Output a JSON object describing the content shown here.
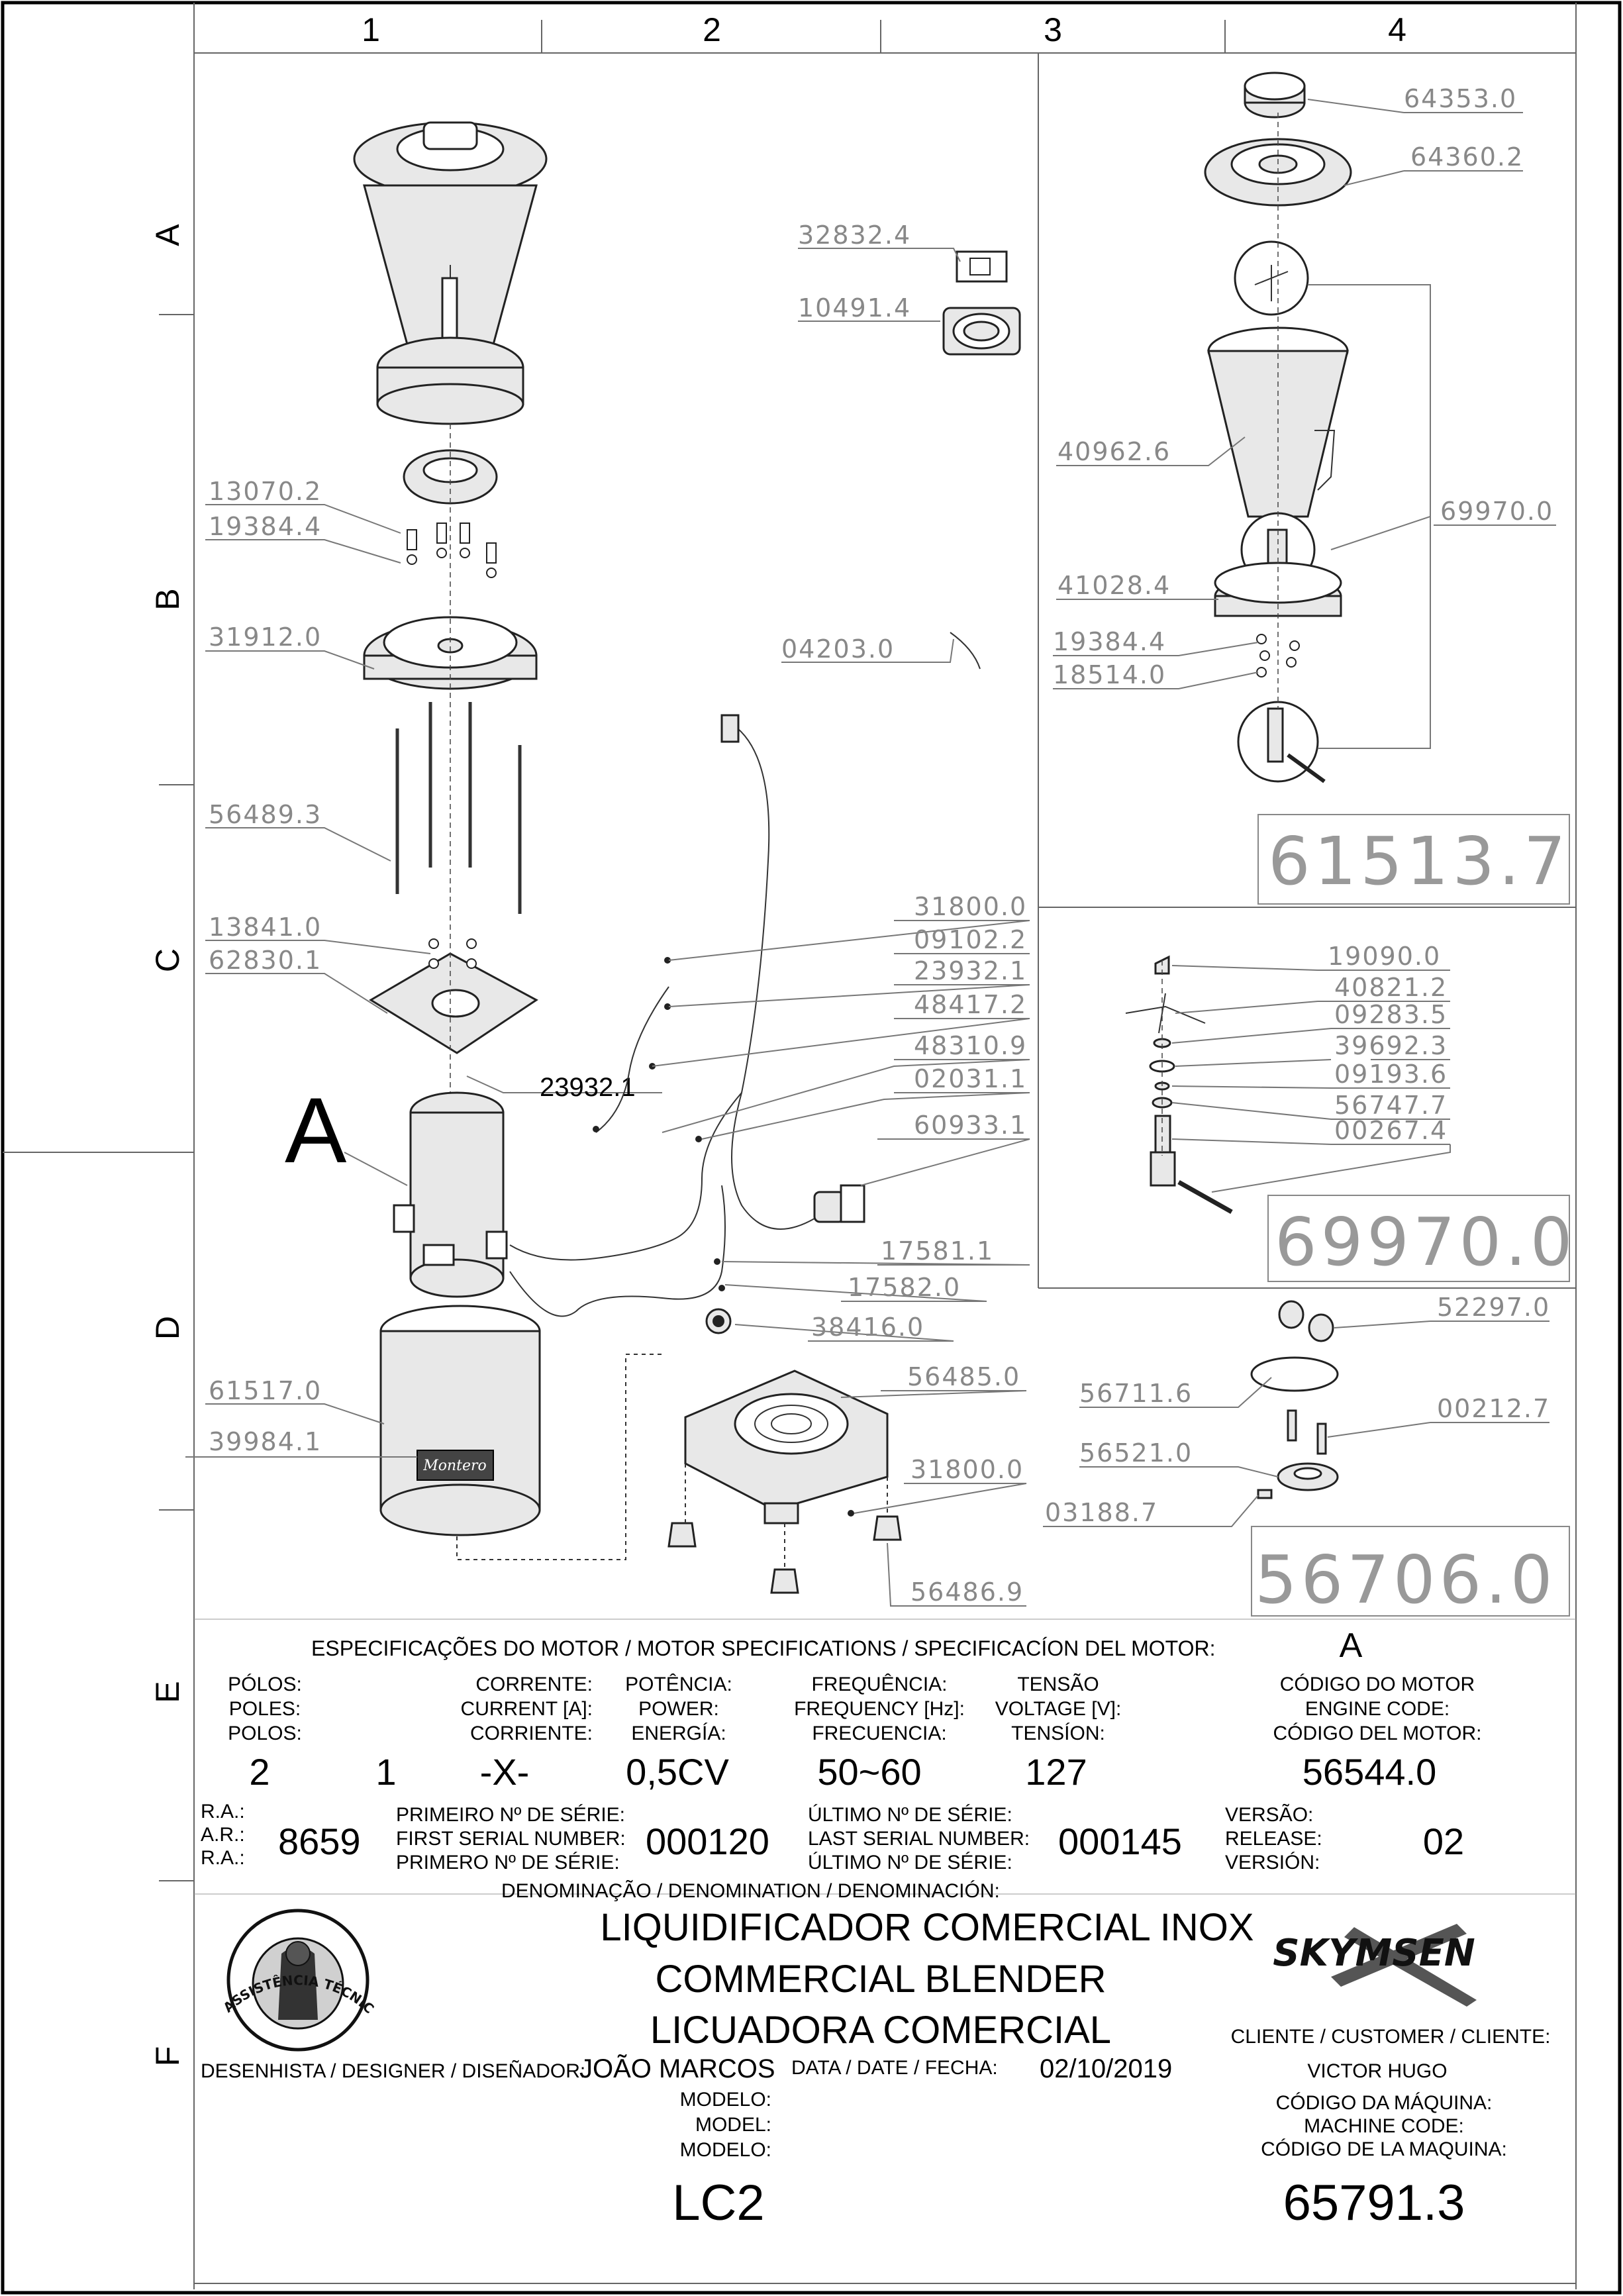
{
  "grid": {
    "columns": [
      "1",
      "2",
      "3",
      "4"
    ],
    "rows": [
      "A",
      "B",
      "C",
      "D",
      "E",
      "F"
    ]
  },
  "parts_left": [
    "13070.2",
    "19384.4",
    "31912.0",
    "56489.3",
    "13841.0",
    "62830.1",
    "61517.0",
    "39984.1"
  ],
  "parts_center": [
    "32832.4",
    "10491.4",
    "04203.0"
  ],
  "parts_wiring": [
    "31800.0",
    "09102.2",
    "23932.1",
    "48417.2",
    "48310.9",
    "02031.1",
    "60933.1",
    "17581.1",
    "17582.0",
    "38416.0",
    "56485.0",
    "31800.0",
    "56486.9"
  ],
  "inline_part_label": "23932.1",
  "motor_tag": "A",
  "cup_brand": "Montero",
  "parts_cup": [
    "64353.0",
    "64360.2",
    "40962.6",
    "69970.0",
    "41028.4",
    "19384.4",
    "18514.0"
  ],
  "assembly_cup": "61513.7",
  "parts_blade": [
    "19090.0",
    "40821.2",
    "09283.5",
    "39692.3",
    "09193.6",
    "56747.7",
    "00267.4"
  ],
  "assembly_blade": "69970.0",
  "parts_base": [
    "52297.0",
    "56711.6",
    "00212.7",
    "56521.0",
    "03188.7"
  ],
  "assembly_base": "56706.0",
  "motor_specs": {
    "title": "ESPECIFICAÇÕES DO MOTOR / MOTOR SPECIFICATIONS / SPECIFICACÍON DEL MOTOR:",
    "motor_letter": "A",
    "col_poles": [
      "PÓLOS:",
      "POLES:",
      "POLOS:"
    ],
    "col_current": [
      "CORRENTE:",
      "CURRENT [A]:",
      "CORRIENTE:"
    ],
    "col_power": [
      "POTÊNCIA:",
      "POWER:",
      "ENERGÍA:"
    ],
    "col_frequency": [
      "FREQUÊNCIA:",
      "FREQUENCY [Hz]:",
      "FRECUENCIA:"
    ],
    "col_voltage": [
      "TENSÃO",
      "VOLTAGE [V]:",
      "TENSÍON:"
    ],
    "col_engine": [
      "CÓDIGO DO MOTOR",
      "ENGINE CODE:",
      "CÓDIGO DEL MOTOR:"
    ],
    "v_poles": "2",
    "v_current_count": "1",
    "v_current": "-X-",
    "v_power": "0,5CV",
    "v_frequency": "50~60",
    "v_voltage": "127",
    "v_engine": "56544.0"
  },
  "serials": {
    "ra_labels": [
      "R.A.:",
      "A.R.:",
      "R.A.:"
    ],
    "ra_value": "8659",
    "first_labels": [
      "PRIMEIRO Nº DE SÉRIE:",
      "FIRST SERIAL NUMBER:",
      "PRIMERO Nº DE SÉRIE:"
    ],
    "first_value": "000120",
    "last_labels": [
      "ÚLTIMO Nº DE SÉRIE:",
      "LAST SERIAL NUMBER:",
      "ÚLTIMO Nº DE SÉRIE:"
    ],
    "last_value": "000145",
    "release_labels": [
      "VERSÃO:",
      "RELEASE:",
      "VERSIÓN:"
    ],
    "release_value": "02"
  },
  "denomination": {
    "label": "DENOMINAÇÃO / DENOMINATION / DENOMINACIÓN:",
    "lines": [
      "LIQUIDIFICADOR COMERCIAL INOX",
      "COMMERCIAL BLENDER",
      "LICUADORA COMERCIAL"
    ]
  },
  "designer": {
    "label": "DESENHISTA / DESIGNER / DISEÑADOR:",
    "name": "JOÃO MARCOS"
  },
  "date": {
    "label": "DATA / DATE / FECHA:",
    "value": "02/10/2019"
  },
  "model": {
    "labels": [
      "MODELO:",
      "MODEL:",
      "MODELO:"
    ],
    "value": "LC2"
  },
  "client": {
    "label": "CLIENTE / CUSTOMER / CLIENTE:",
    "value": "VICTOR HUGO"
  },
  "machine_code": {
    "labels": [
      "CÓDIGO DA MÁQUINA:",
      "MACHINE CODE:",
      "CÓDIGO DE LA MAQUINA:"
    ],
    "value": "65791.3"
  },
  "brand": "SKYMSEN",
  "seal_text": "ASSISTÊNCIA TÉCNICA AUTORIZADA"
}
